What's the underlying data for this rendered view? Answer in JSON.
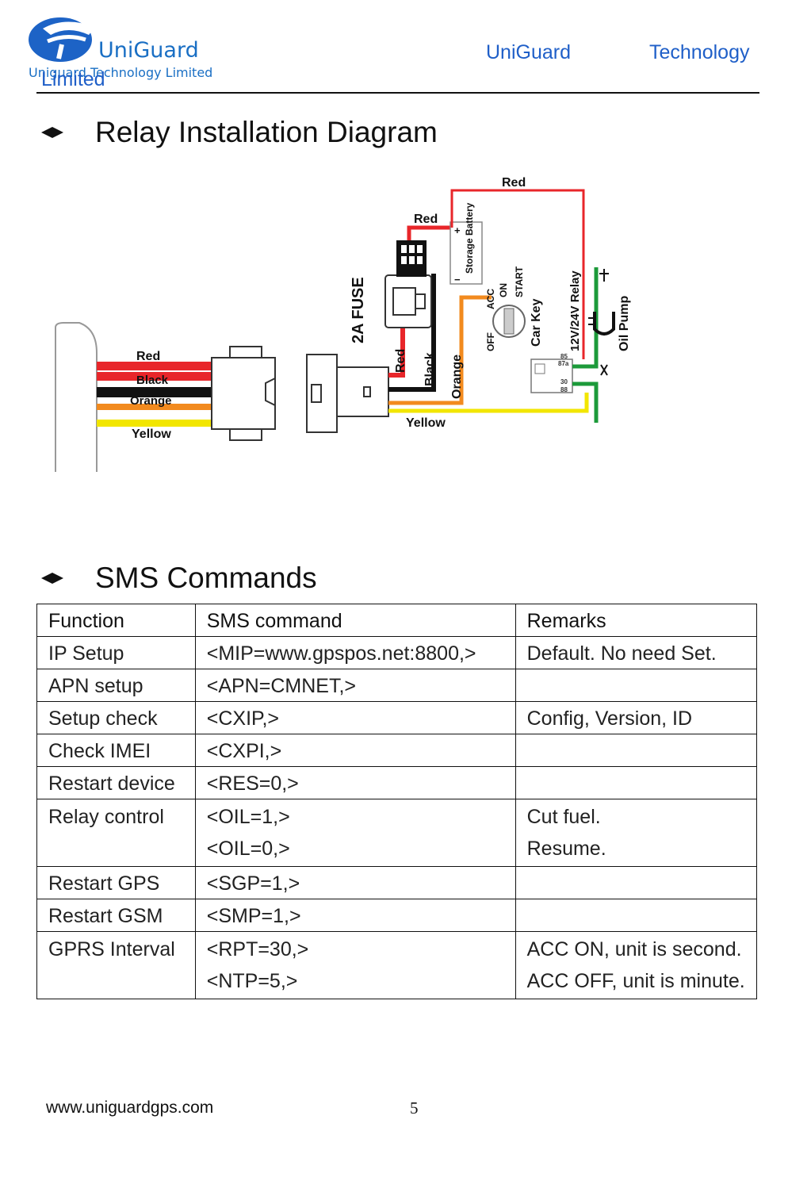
{
  "header": {
    "logo_brand": "UniGuard",
    "logo_subtitle": "Uniguard Technology Limited",
    "company_line_1": "UniGuard",
    "company_line_2": "Technology",
    "company_line_3": "Limited",
    "brand_color": "#1f5fc8"
  },
  "section_relay": {
    "title": "Relay Installation Diagram"
  },
  "diagram": {
    "labels": {
      "red_top": "Red",
      "red_fuse": "Red",
      "storage_battery": "Storage Battery",
      "fuse": "2A FUSE",
      "relay": "12V/24V Relay",
      "oil_pump": "Oil Pump",
      "car_key": "Car Key",
      "acc": "ACC",
      "on": "ON",
      "start": "START",
      "off": "OFF",
      "pin_85": "85",
      "pin_87a": "87a",
      "pin_30": "30",
      "pin_88": "88",
      "plus": "+",
      "minus": "−",
      "wire_red": "Red",
      "wire_black": "Black",
      "wire_orange": "Orange",
      "wire_yellow": "Yellow",
      "harness_red": "Red",
      "harness_black": "Black",
      "harness_orange": "Orange",
      "harness_yellow": "Yellow"
    },
    "colors": {
      "red": "#e8262a",
      "black": "#111111",
      "orange": "#f28a1e",
      "yellow": "#f2e600",
      "green": "#1c9a3a"
    }
  },
  "section_sms": {
    "title": "SMS Commands"
  },
  "table": {
    "headers": [
      "Function",
      "SMS command",
      "Remarks"
    ],
    "rows": [
      {
        "function": "IP Setup",
        "cmd1": "<MIP=www.gpspos.net:8800,>",
        "cmd2": "",
        "rem1": "Default. No need Set.",
        "rem2": ""
      },
      {
        "function": "APN setup",
        "cmd1": "<APN=CMNET,>",
        "cmd2": "",
        "rem1": "",
        "rem2": ""
      },
      {
        "function": "Setup check",
        "cmd1": "<CXIP,>",
        "cmd2": "",
        "rem1": "Config, Version, ID",
        "rem2": ""
      },
      {
        "function": "Check IMEI",
        "cmd1": "<CXPI,>",
        "cmd2": "",
        "rem1": "",
        "rem2": ""
      },
      {
        "function": "Restart device",
        "cmd1": "<RES=0,>",
        "cmd2": "",
        "rem1": "",
        "rem2": ""
      },
      {
        "function": "Relay control",
        "cmd1": "<OIL=1,>",
        "cmd2": "<OIL=0,>",
        "rem1": "Cut fuel.",
        "rem2": "Resume."
      },
      {
        "function": "Restart GPS",
        "cmd1": "<SGP=1,>",
        "cmd2": "",
        "rem1": "",
        "rem2": ""
      },
      {
        "function": "Restart GSM",
        "cmd1": "<SMP=1,>",
        "cmd2": "",
        "rem1": "",
        "rem2": ""
      },
      {
        "function": "GPRS Interval",
        "cmd1": "<RPT=30,>",
        "cmd2": "<NTP=5,>",
        "rem1": "ACC ON, unit is second.",
        "rem2": "ACC OFF, unit is minute."
      }
    ]
  },
  "footer": {
    "url": "www.uniguardgps.com",
    "page_number": "5"
  }
}
